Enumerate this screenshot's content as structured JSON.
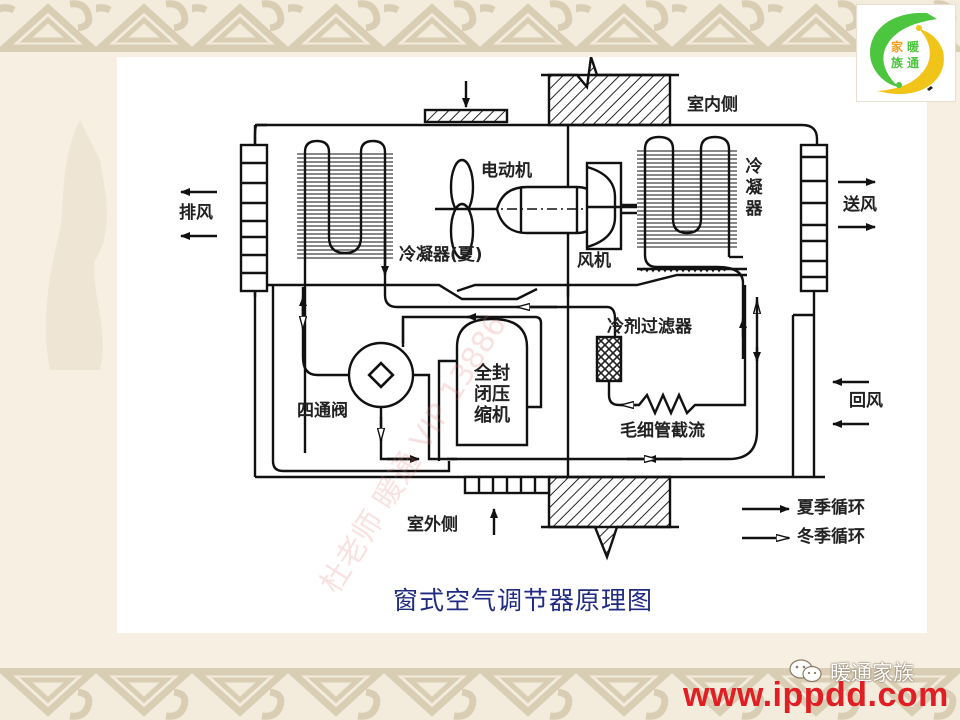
{
  "slide": {
    "background_color": "#f6efe2",
    "border_color": "#d9cdb4",
    "panel_color": "#ffffff"
  },
  "logo": {
    "line1": "家暖",
    "line2": "族通",
    "char_tl": "家",
    "char_tr": "暖",
    "char_bl": "族",
    "char_br": "通",
    "green": "#4cc63f",
    "yellow": "#f0c419"
  },
  "diagram": {
    "title": "窗式空气调节器原理图",
    "title_color": "#1f2a80",
    "labels": {
      "indoor_side": "室内侧",
      "outdoor_side": "室外侧",
      "exhaust_air": "排风",
      "supply_air": "送风",
      "return_air": "回风",
      "motor": "电动机",
      "condenser_summer": "冷凝器(夏)",
      "fan": "风机",
      "evaporator_vertical": "冷凝器",
      "refrigerant_filter": "冷剂过滤器",
      "capillary_throttle": "毛细管截流",
      "four_way_valve": "四通阀",
      "compressor": "全封闭压缩机"
    },
    "legend": [
      {
        "label": "夏季循环",
        "arrow": "filled"
      },
      {
        "label": "冬季循环",
        "arrow": "hollow"
      }
    ],
    "watermark": "杜老师 暖通 VIP 13886"
  },
  "footer": {
    "wechat_icon": "wechat-icon",
    "account_name": "暖通家族",
    "url": "www.ippdd.com",
    "url_color": "#e01e24"
  }
}
